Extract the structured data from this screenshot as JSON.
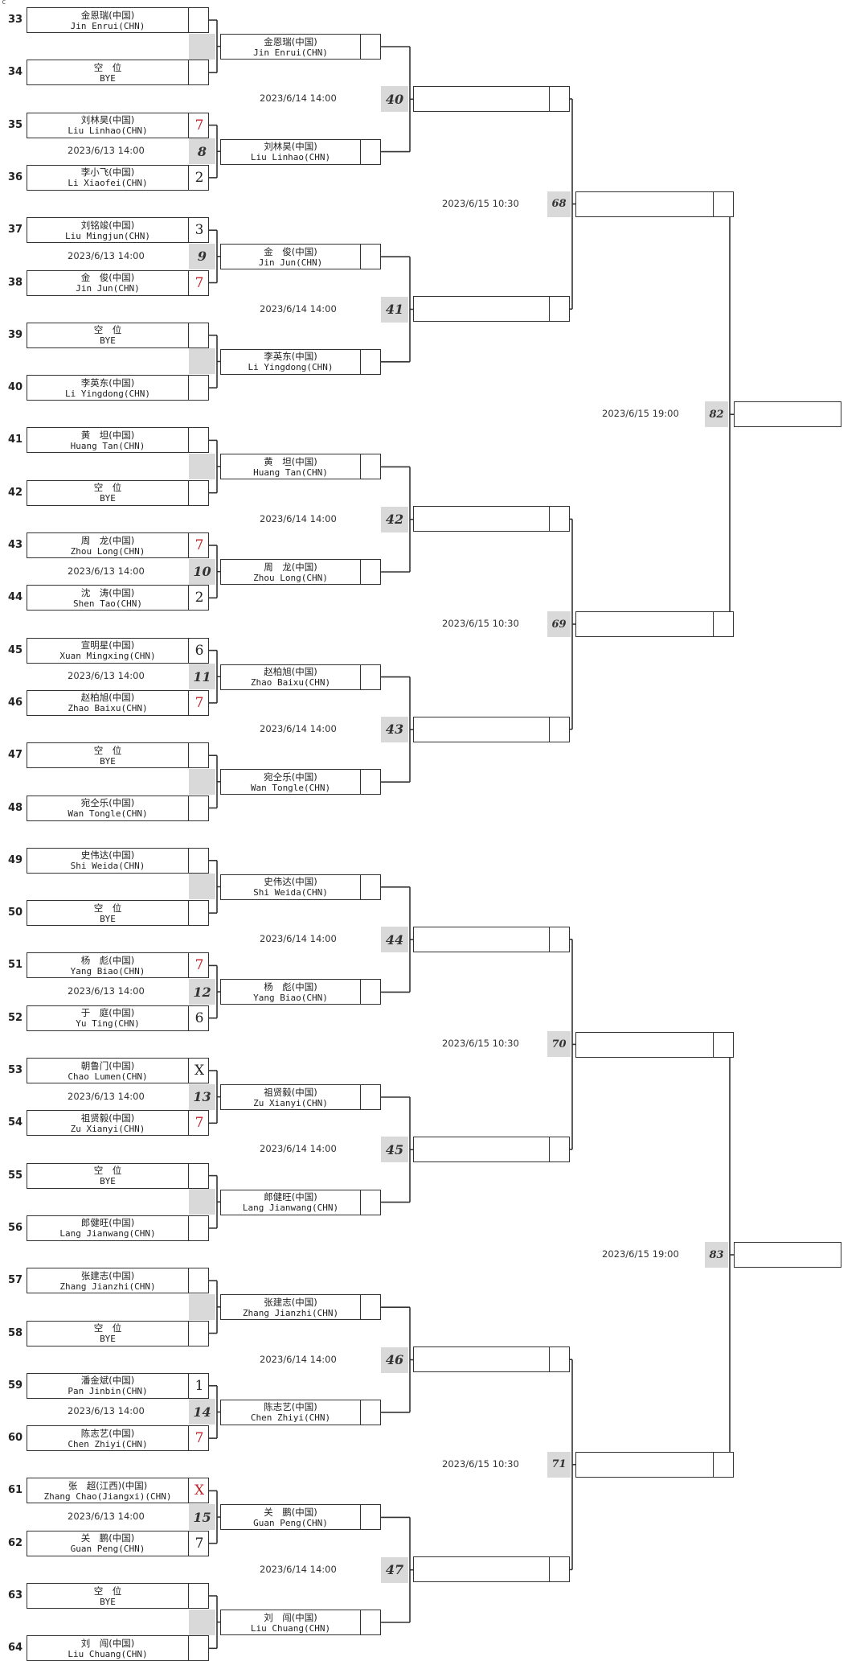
{
  "corner_mark": "c",
  "draws": [
    {
      "seed": "33",
      "cn": "金恩瑞(中国)",
      "en": "Jin Enrui(CHN)",
      "score": ""
    },
    {
      "seed": "34",
      "cn": "空　位",
      "en": "BYE",
      "score": ""
    },
    {
      "seed": "35",
      "cn": "刘林昊(中国)",
      "en": "Liu Linhao(CHN)",
      "score": "7",
      "win": true
    },
    {
      "seed": "36",
      "cn": "李小飞(中国)",
      "en": "Li Xiaofei(CHN)",
      "score": "2"
    },
    {
      "seed": "37",
      "cn": "刘铭竣(中国)",
      "en": "Liu Mingjun(CHN)",
      "score": "3"
    },
    {
      "seed": "38",
      "cn": "金　俊(中国)",
      "en": "Jin Jun(CHN)",
      "score": "7",
      "win": true
    },
    {
      "seed": "39",
      "cn": "空　位",
      "en": "BYE",
      "score": ""
    },
    {
      "seed": "40",
      "cn": "李英东(中国)",
      "en": "Li Yingdong(CHN)",
      "score": ""
    },
    {
      "seed": "41",
      "cn": "黄　坦(中国)",
      "en": "Huang Tan(CHN)",
      "score": ""
    },
    {
      "seed": "42",
      "cn": "空　位",
      "en": "BYE",
      "score": ""
    },
    {
      "seed": "43",
      "cn": "周　龙(中国)",
      "en": "Zhou Long(CHN)",
      "score": "7",
      "win": true
    },
    {
      "seed": "44",
      "cn": "沈　涛(中国)",
      "en": "Shen Tao(CHN)",
      "score": "2"
    },
    {
      "seed": "45",
      "cn": "宣明星(中国)",
      "en": "Xuan Mingxing(CHN)",
      "score": "6"
    },
    {
      "seed": "46",
      "cn": "赵柏旭(中国)",
      "en": "Zhao Baixu(CHN)",
      "score": "7",
      "win": true
    },
    {
      "seed": "47",
      "cn": "空　位",
      "en": "BYE",
      "score": ""
    },
    {
      "seed": "48",
      "cn": "宛仝乐(中国)",
      "en": "Wan Tongle(CHN)",
      "score": ""
    },
    {
      "seed": "49",
      "cn": "史伟达(中国)",
      "en": "Shi Weida(CHN)",
      "score": ""
    },
    {
      "seed": "50",
      "cn": "空　位",
      "en": "BYE",
      "score": ""
    },
    {
      "seed": "51",
      "cn": "杨　彪(中国)",
      "en": "Yang Biao(CHN)",
      "score": "7",
      "win": true
    },
    {
      "seed": "52",
      "cn": "于　庭(中国)",
      "en": "Yu Ting(CHN)",
      "score": "6"
    },
    {
      "seed": "53",
      "cn": "朝鲁门(中国)",
      "en": "Chao Lumen(CHN)",
      "score": "X"
    },
    {
      "seed": "54",
      "cn": "祖贤毅(中国)",
      "en": "Zu Xianyi(CHN)",
      "score": "7",
      "win": true
    },
    {
      "seed": "55",
      "cn": "空　位",
      "en": "BYE",
      "score": ""
    },
    {
      "seed": "56",
      "cn": "郎健旺(中国)",
      "en": "Lang Jianwang(CHN)",
      "score": ""
    },
    {
      "seed": "57",
      "cn": "张建志(中国)",
      "en": "Zhang Jianzhi(CHN)",
      "score": ""
    },
    {
      "seed": "58",
      "cn": "空　位",
      "en": "BYE",
      "score": ""
    },
    {
      "seed": "59",
      "cn": "潘金斌(中国)",
      "en": "Pan Jinbin(CHN)",
      "score": "1"
    },
    {
      "seed": "60",
      "cn": "陈志艺(中国)",
      "en": "Chen Zhiyi(CHN)",
      "score": "7",
      "win": true
    },
    {
      "seed": "61",
      "cn": "张　超(江西)(中国)",
      "en": "Zhang Chao(Jiangxi)(CHN)",
      "score": "X",
      "win": true
    },
    {
      "seed": "62",
      "cn": "关　鹏(中国)",
      "en": "Guan Peng(CHN)",
      "score": "7"
    },
    {
      "seed": "63",
      "cn": "空　位",
      "en": "BYE",
      "score": ""
    },
    {
      "seed": "64",
      "cn": "刘　闯(中国)",
      "en": "Liu Chuang(CHN)",
      "score": ""
    }
  ],
  "round1_matches": [
    {
      "num": "",
      "time": ""
    },
    {
      "num": "8",
      "time": "2023/6/13 14:00"
    },
    {
      "num": "9",
      "time": "2023/6/13 14:00"
    },
    {
      "num": "",
      "time": ""
    },
    {
      "num": "",
      "time": ""
    },
    {
      "num": "10",
      "time": "2023/6/13 14:00"
    },
    {
      "num": "11",
      "time": "2023/6/13 14:00"
    },
    {
      "num": "",
      "time": ""
    },
    {
      "num": "",
      "time": ""
    },
    {
      "num": "12",
      "time": "2023/6/13 14:00"
    },
    {
      "num": "13",
      "time": "2023/6/13 14:00"
    },
    {
      "num": "",
      "time": ""
    },
    {
      "num": "",
      "time": ""
    },
    {
      "num": "14",
      "time": "2023/6/13 14:00"
    },
    {
      "num": "15",
      "time": "2023/6/13 14:00"
    },
    {
      "num": "",
      "time": ""
    }
  ],
  "round2_entries": [
    {
      "cn": "金恩瑞(中国)",
      "en": "Jin Enrui(CHN)"
    },
    {
      "cn": "刘林昊(中国)",
      "en": "Liu Linhao(CHN)"
    },
    {
      "cn": "金　俊(中国)",
      "en": "Jin Jun(CHN)"
    },
    {
      "cn": "李英东(中国)",
      "en": "Li Yingdong(CHN)"
    },
    {
      "cn": "黄　坦(中国)",
      "en": "Huang Tan(CHN)"
    },
    {
      "cn": "周　龙(中国)",
      "en": "Zhou Long(CHN)"
    },
    {
      "cn": "赵柏旭(中国)",
      "en": "Zhao Baixu(CHN)"
    },
    {
      "cn": "宛仝乐(中国)",
      "en": "Wan Tongle(CHN)"
    },
    {
      "cn": "史伟达(中国)",
      "en": "Shi Weida(CHN)"
    },
    {
      "cn": "杨　彪(中国)",
      "en": "Yang Biao(CHN)"
    },
    {
      "cn": "祖贤毅(中国)",
      "en": "Zu Xianyi(CHN)"
    },
    {
      "cn": "郎健旺(中国)",
      "en": "Lang Jianwang(CHN)"
    },
    {
      "cn": "张建志(中国)",
      "en": "Zhang Jianzhi(CHN)"
    },
    {
      "cn": "陈志艺(中国)",
      "en": "Chen Zhiyi(CHN)"
    },
    {
      "cn": "关　鹏(中国)",
      "en": "Guan Peng(CHN)"
    },
    {
      "cn": "刘　闯(中国)",
      "en": "Liu Chuang(CHN)"
    }
  ],
  "round2_matches": [
    {
      "num": "40",
      "time": "2023/6/14 14:00"
    },
    {
      "num": "41",
      "time": "2023/6/14 14:00"
    },
    {
      "num": "42",
      "time": "2023/6/14 14:00"
    },
    {
      "num": "43",
      "time": "2023/6/14 14:00"
    },
    {
      "num": "44",
      "time": "2023/6/14 14:00"
    },
    {
      "num": "45",
      "time": "2023/6/14 14:00"
    },
    {
      "num": "46",
      "time": "2023/6/14 14:00"
    },
    {
      "num": "47",
      "time": "2023/6/14 14:00"
    }
  ],
  "round3_matches": [
    {
      "num": "68",
      "time": "2023/6/15 10:30"
    },
    {
      "num": "69",
      "time": "2023/6/15 10:30"
    },
    {
      "num": "70",
      "time": "2023/6/15 10:30"
    },
    {
      "num": "71",
      "time": "2023/6/15 10:30"
    }
  ],
  "round4_matches": [
    {
      "num": "82",
      "time": "2023/6/15 19:00"
    },
    {
      "num": "83",
      "time": "2023/6/15 19:00"
    }
  ],
  "colors": {
    "line": "#333333",
    "winner_score": "#c0262c",
    "match_fill": "#d9d9d9"
  }
}
